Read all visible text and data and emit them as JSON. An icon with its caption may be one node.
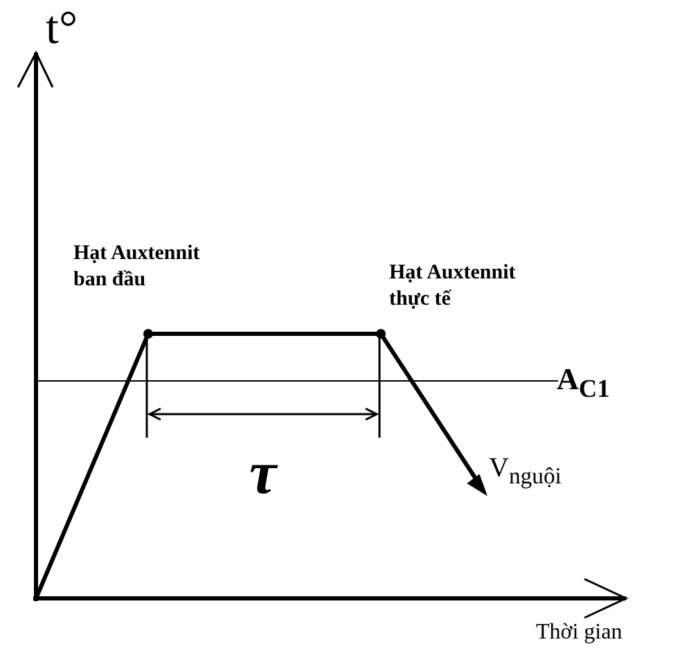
{
  "diagram": {
    "labels": [
      "t°",
      "Hạt Auxtennit ban đầu",
      "Hạt Auxtennit thực tế",
      "A$_{C1}$",
      "τ",
      "V$_{nguội}$",
      "Thời gian"
    ]
  }
}
